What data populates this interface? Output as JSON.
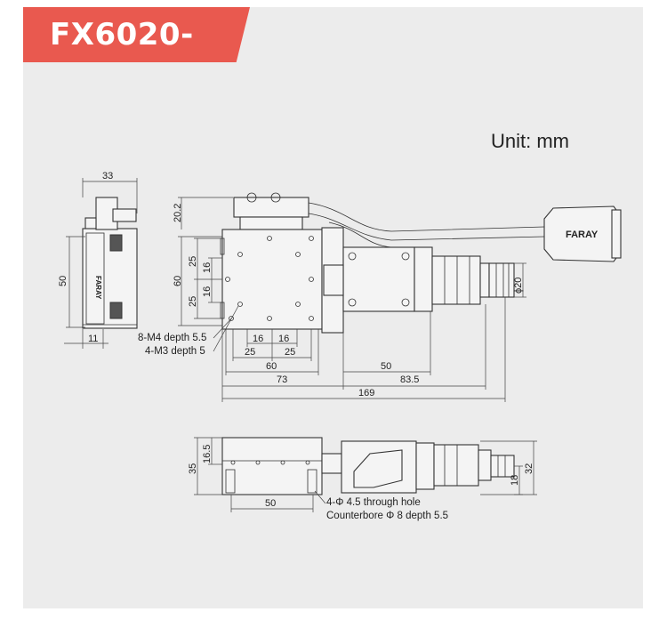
{
  "title": "FX6020-LBN",
  "unit_label": "Unit: mm",
  "brand": "FARAY",
  "colors": {
    "title_bg": "#e9594f",
    "panel_bg": "#ececec"
  },
  "dims": {
    "d33": "33",
    "d50_side": "50",
    "d11": "11",
    "d20_2": "20.2",
    "d60_v": "60",
    "d25_a": "25",
    "d16_a": "16",
    "d16_b": "16",
    "d25_b": "25",
    "d16_h1": "16",
    "d16_h2": "16",
    "d25_h1": "25",
    "d25_h2": "25",
    "d60_h": "60",
    "d50_h": "50",
    "d73": "73",
    "d83_5": "83.5",
    "d169": "169",
    "phi20": "ϕ20",
    "d35": "35",
    "d16_5": "16.5",
    "d50_bottom": "50",
    "d18": "18",
    "d32": "32"
  },
  "notes": {
    "m4": "8-M4 depth 5.5",
    "m3": "4-M3 depth 5",
    "through": "4-Φ 4.5 through hole",
    "counterbore": "Counterbore Φ 8 depth 5.5"
  }
}
